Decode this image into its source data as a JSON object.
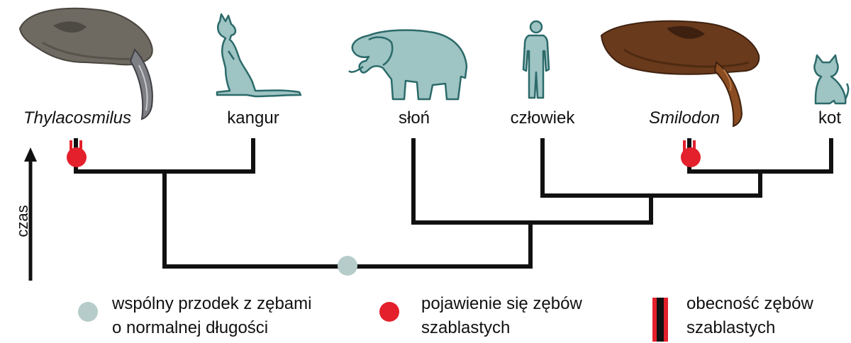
{
  "taxa": [
    {
      "label": "Thylacosmilus",
      "italic": true
    },
    {
      "label": "kangur",
      "italic": false
    },
    {
      "label": "słoń",
      "italic": false
    },
    {
      "label": "człowiek",
      "italic": false
    },
    {
      "label": "Smilodon",
      "italic": true
    },
    {
      "label": "kot",
      "italic": false
    }
  ],
  "axis": {
    "label": "czas"
  },
  "legend": {
    "ancestor_line1": "wspólny przodek z zębami",
    "ancestor_line2": "o normalnej długości",
    "origin_line1": "pojawienie się zębów",
    "origin_line2": "szablastych",
    "presence_line1": "obecność zębów",
    "presence_line2": "szablastych"
  },
  "colors": {
    "branch": "#111111",
    "saber_origin": "#e3202b",
    "saber_presence": "#e3202b",
    "ancestor": "#b6cccb",
    "silhouette": "#9ec4c3",
    "silhouette_stroke": "#2c6a6a",
    "skull": "#6e6a62",
    "smilodon_skull": "#6a3a1c"
  }
}
